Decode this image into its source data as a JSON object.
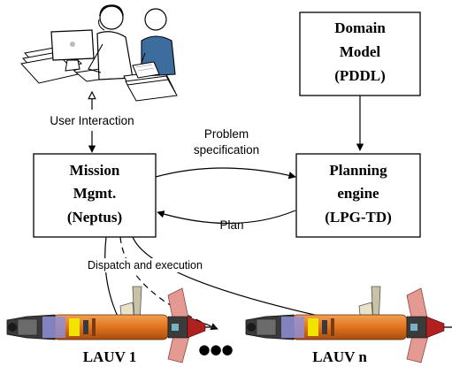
{
  "nodes": {
    "domain_model": {
      "lines": [
        "Domain",
        "Model",
        "(PDDL)"
      ]
    },
    "mission_mgmt": {
      "lines": [
        "Mission",
        "Mgmt.",
        "(Neptus)"
      ]
    },
    "planning_engine": {
      "lines": [
        "Planning",
        "engine",
        "(LPG-TD)"
      ]
    }
  },
  "edges": {
    "user_interaction": "User Interaction",
    "problem_specification": [
      "Problem",
      "specification"
    ],
    "plan": "Plan",
    "dispatch": "Dispatch and execution"
  },
  "vehicles": {
    "first_label": "LAUV 1",
    "last_label": "LAUV n",
    "ellipsis": "●●●"
  },
  "colors": {
    "hull": "#e0731e",
    "nose": "#2d2d2d",
    "tail_fin": "#e49a92",
    "user_shirt": "#3d6c9e"
  },
  "icons": [
    "operators-illustration",
    "vehicle-illustration"
  ]
}
